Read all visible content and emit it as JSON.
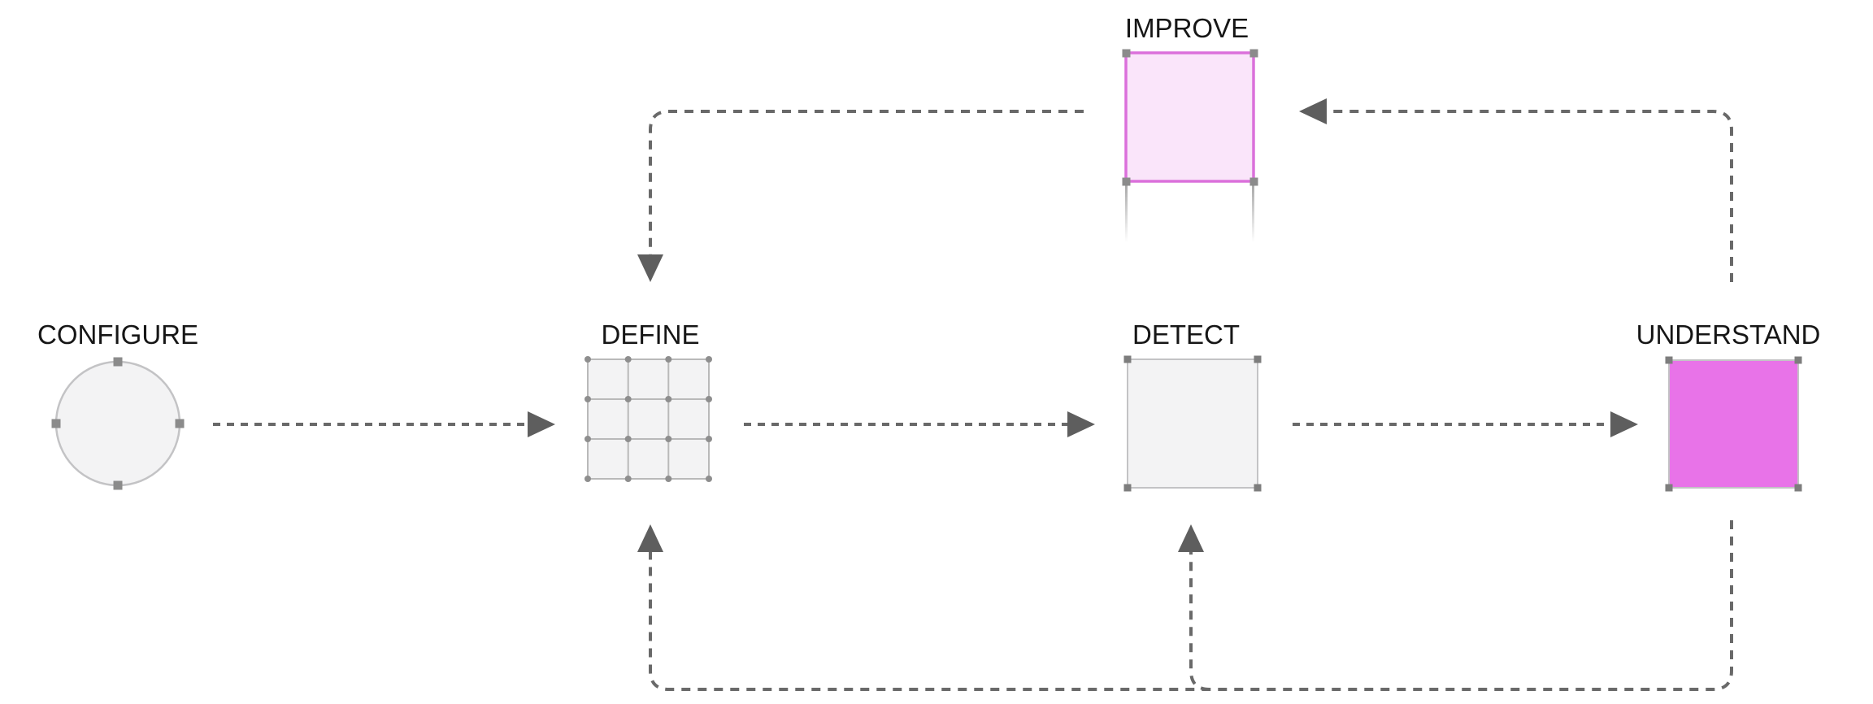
{
  "diagram": {
    "nodes": [
      {
        "id": "configure",
        "label": "CONFIGURE",
        "shape": "circle"
      },
      {
        "id": "define",
        "label": "DEFINE",
        "shape": "grid-3x3-square"
      },
      {
        "id": "detect",
        "label": "DETECT",
        "shape": "square"
      },
      {
        "id": "understand",
        "label": "UNDERSTAND",
        "shape": "filled-square"
      },
      {
        "id": "improve",
        "label": "IMPROVE",
        "shape": "outlined-square"
      }
    ],
    "edges": [
      {
        "from": "CONFIGURE",
        "to": "DEFINE",
        "style": "dashed",
        "route": "straight-horizontal"
      },
      {
        "from": "DEFINE",
        "to": "DETECT",
        "style": "dashed",
        "route": "straight-horizontal"
      },
      {
        "from": "DETECT",
        "to": "UNDERSTAND",
        "style": "dashed",
        "route": "straight-horizontal"
      },
      {
        "from": "UNDERSTAND",
        "to": "IMPROVE",
        "style": "dashed",
        "route": "up-then-left"
      },
      {
        "from": "IMPROVE",
        "to": "DEFINE",
        "style": "dashed",
        "route": "left-then-down"
      },
      {
        "from": "UNDERSTAND",
        "to": "DEFINE",
        "style": "dashed",
        "route": "down-left-then-up"
      },
      {
        "from": "UNDERSTAND",
        "to": "DETECT",
        "style": "dashed",
        "route": "down-left-then-up"
      }
    ],
    "colors": {
      "background": "#ffffff",
      "label_text": "#161616",
      "edge": "#696969",
      "arrowhead": "#5e5e5e",
      "handle": "#8b8b8b",
      "handle_dark": "#7d7d7d",
      "shape_fill": "#f3f3f4",
      "shape_stroke": "#c3c3c5",
      "grid_line": "#b9b9b9",
      "grid_dot": "#8e8e8e",
      "improve_fill": "#fae5fa",
      "improve_stroke": "#db70db",
      "understand_fill": "#e873e8"
    }
  }
}
